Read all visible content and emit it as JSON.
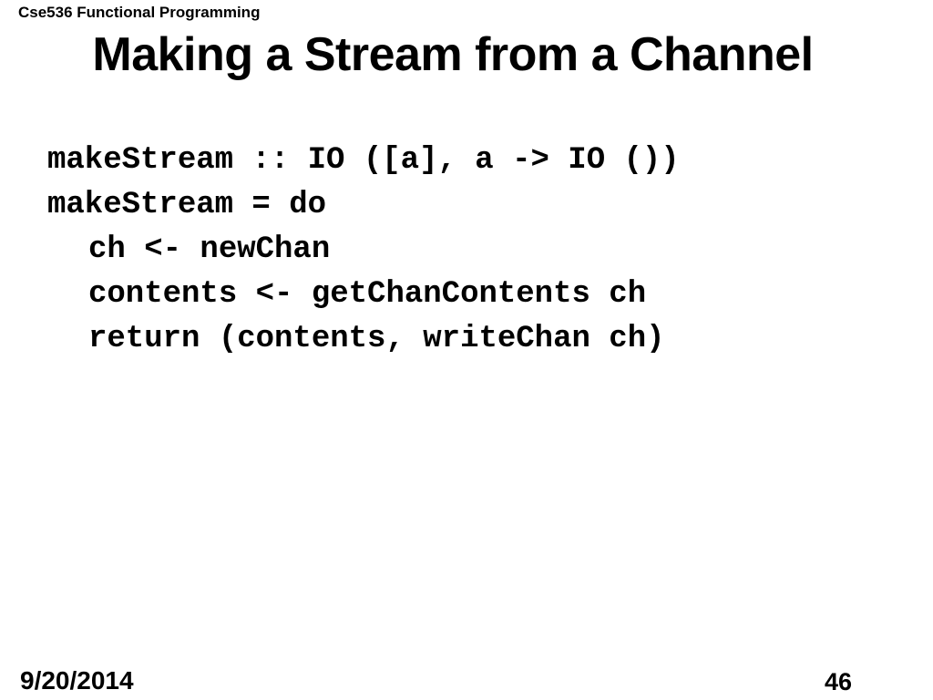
{
  "slide": {
    "course_header": "Cse536 Functional Programming",
    "title": "Making a Stream from a Channel",
    "code_lines": [
      {
        "text": "makeStream :: IO ([a], a -> IO ())",
        "indent": 0
      },
      {
        "text": "makeStream = do",
        "indent": 0
      },
      {
        "text": "ch <- newChan",
        "indent": 1
      },
      {
        "text": "contents <- getChanContents ch",
        "indent": 1
      },
      {
        "text": "return (contents, writeChan ch)",
        "indent": 1
      }
    ],
    "footer": {
      "date": "9/20/2014",
      "page_number": "46"
    },
    "colors": {
      "background": "#ffffff",
      "text": "#000000"
    }
  }
}
